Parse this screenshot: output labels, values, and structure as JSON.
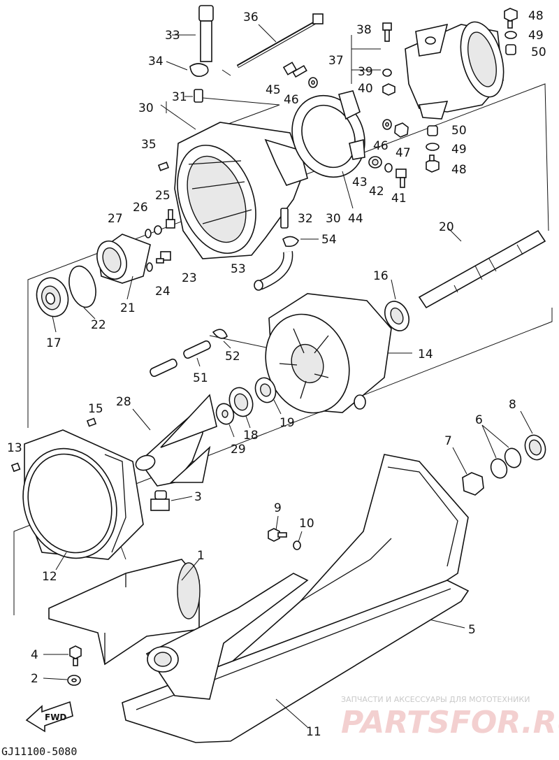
{
  "diagram": {
    "code": "GJ11100-5080",
    "fwd_label": "FWD",
    "watermark_line": "ЗАПЧАСТИ И АКСЕССУАРЫ ДЛЯ МОТОТЕХНИКИ",
    "watermark_logo": "PARTSFOR.RU"
  },
  "callouts": {
    "c1": "1",
    "c2": "2",
    "c3": "3",
    "c4": "4",
    "c5": "5",
    "c6": "6",
    "c7": "7",
    "c8": "8",
    "c9": "9",
    "c10": "10",
    "c11": "11",
    "c12": "12",
    "c13": "13",
    "c14": "14",
    "c15": "15",
    "c16": "16",
    "c17": "17",
    "c18": "18",
    "c19": "19",
    "c20": "20",
    "c21": "21",
    "c22": "22",
    "c23": "23",
    "c24": "24",
    "c25": "25",
    "c26": "26",
    "c27": "27",
    "c28": "28",
    "c29": "29",
    "c30a": "30",
    "c30b": "30",
    "c31": "31",
    "c32": "32",
    "c33": "33",
    "c34": "34",
    "c35": "35",
    "c36": "36",
    "c37": "37",
    "c38": "38",
    "c39": "39",
    "c40": "40",
    "c41": "41",
    "c42": "42",
    "c43": "43",
    "c44": "44",
    "c45": "45",
    "c46a": "46",
    "c46b": "46",
    "c47": "47",
    "c48a": "48",
    "c48b": "48",
    "c49a": "49",
    "c49b": "49",
    "c50a": "50",
    "c50b": "50",
    "c51": "51",
    "c52": "52",
    "c53": "53",
    "c54": "54"
  }
}
